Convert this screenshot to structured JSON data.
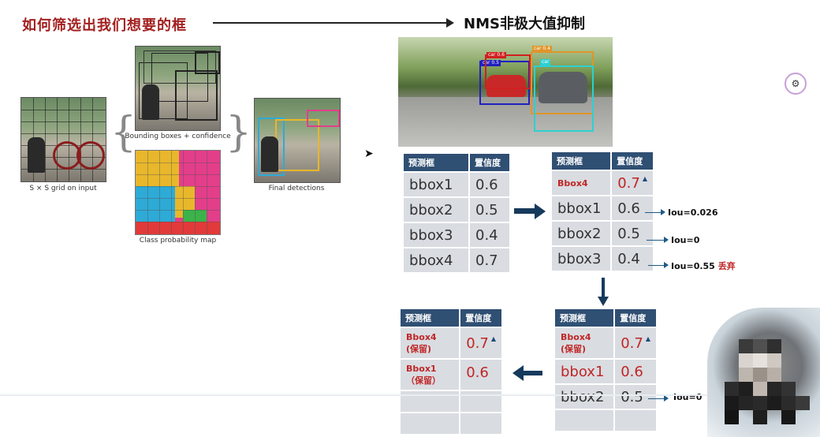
{
  "header": {
    "title": "如何筛选出我们想要的框",
    "nms_title": "NMS非极大值抑制"
  },
  "yolo_diagram": {
    "grid_caption": "S × S grid on input",
    "bbox_caption": "Bounding boxes + confidence",
    "classmap_caption": "Class probability map",
    "final_caption": "Final detections"
  },
  "car_photo": {
    "labels": [
      "car 0.6",
      "car 0.4",
      "car 0.5",
      "car"
    ]
  },
  "table1": {
    "headers": [
      "预测框",
      "置信度"
    ],
    "rows": [
      [
        "bbox1",
        "0.6"
      ],
      [
        "bbox2",
        "0.5"
      ],
      [
        "bbox3",
        "0.4"
      ],
      [
        "bbox4",
        "0.7"
      ]
    ]
  },
  "table2": {
    "headers": [
      "预测框",
      "置信度"
    ],
    "rows": [
      [
        "Bbox4",
        "0.7"
      ],
      [
        "bbox1",
        "0.6"
      ],
      [
        "bbox2",
        "0.5"
      ],
      [
        "bbox3",
        "0.4"
      ]
    ],
    "iou": [
      "Iou=0.026",
      "Iou=0",
      "Iou=0.55"
    ],
    "discard": "丢弃"
  },
  "table3": {
    "headers": [
      "预测框",
      "置信度"
    ],
    "rows": [
      [
        "Bbox4\n(保留)",
        "0.7"
      ],
      [
        "bbox1",
        "0.6"
      ],
      [
        "bbox2",
        "0.5"
      ]
    ],
    "iou": [
      "Iou=0"
    ]
  },
  "table4": {
    "headers": [
      "预测框",
      "置信度"
    ],
    "rows": [
      [
        "Bbox4\n(保留)",
        "0.7"
      ],
      [
        "Bbox1\n（保留）",
        "0.6"
      ],
      [
        "",
        ""
      ],
      [
        "",
        ""
      ]
    ]
  },
  "colors": {
    "title_red": "#a32020",
    "table_header": "#2f4f73",
    "table_cell": "#d9dce1",
    "highlight_red": "#c02626"
  }
}
